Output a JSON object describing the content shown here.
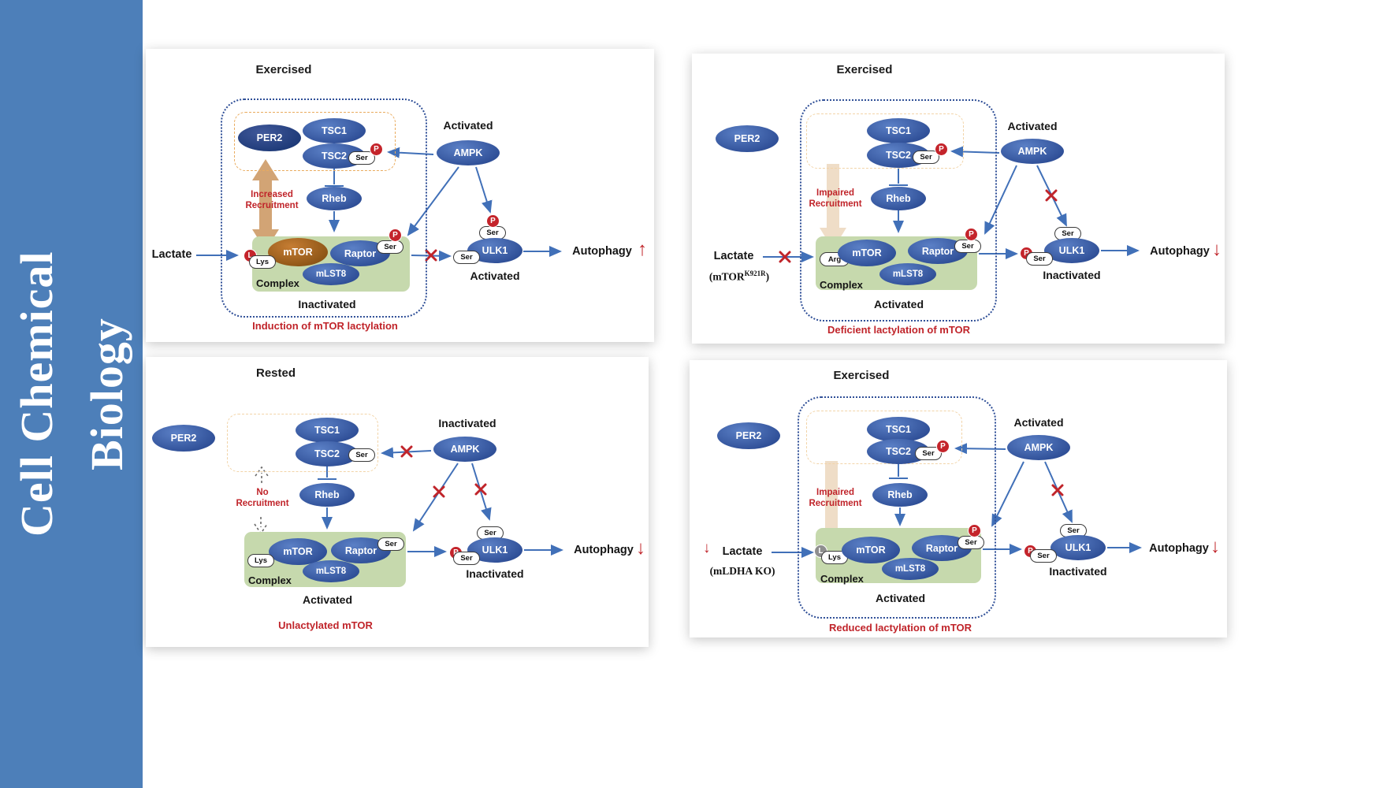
{
  "journal": {
    "line1": "Cell Chemical",
    "line2": "Biology"
  },
  "palette": {
    "sidebar_blue": "#4d7fb9",
    "node_blue": "#2f4f97",
    "mtor_brown": "#a96a2d",
    "complex_green": "#c6d9ad",
    "arrow_blue": "#4170b8",
    "accent_red": "#c0242a",
    "recruit_tan": "#d2a475"
  },
  "panels": [
    {
      "condition": "Exercised",
      "caption": "Induction of mTOR lactylation",
      "per2": "PER2",
      "tsc1": "TSC1",
      "tsc2": "TSC2",
      "tsc2_ser": "Ser",
      "tsc2_p": "P",
      "recruitment_line1": "Increased",
      "recruitment_line2": "Recruitment",
      "rheb": "Rheb",
      "lactate": "Lactate",
      "l_badge": "L",
      "lys": "Lys",
      "mtor": "mTOR",
      "raptor": "Raptor",
      "raptor_ser": "Ser",
      "raptor_p": "P",
      "mlst8": "mLST8",
      "complex": "Complex",
      "complex_state": "Inactivated",
      "ampk": "AMPK",
      "ampk_state": "Activated",
      "ulk1": "ULK1",
      "ulk1_ser_top": "Ser",
      "ulk1_p": "P",
      "ulk1_ser_left": "Ser",
      "ulk1_state": "Activated",
      "autophagy": "Autophagy",
      "autophagy_arrow": "↑"
    },
    {
      "condition": "Exercised",
      "caption": "Deficient lactylation of mTOR",
      "per2": "PER2",
      "tsc1": "TSC1",
      "tsc2": "TSC2",
      "tsc2_ser": "Ser",
      "tsc2_p": "P",
      "recruitment_line1": "Impaired",
      "recruitment_line2": "Recruitment",
      "rheb": "Rheb",
      "lactate": "Lactate",
      "lactate_sub_pre": "(mTOR",
      "lactate_sub_sup": "K921R",
      "lactate_sub_post": ")",
      "arg": "Arg",
      "mtor": "mTOR",
      "raptor": "Raptor",
      "raptor_ser": "Ser",
      "raptor_p": "P",
      "mlst8": "mLST8",
      "complex": "Complex",
      "complex_state": "Activated",
      "ampk": "AMPK",
      "ampk_state": "Activated",
      "ulk1": "ULK1",
      "ulk1_ser_top": "Ser",
      "ulk1_p": "P",
      "ulk1_ser_left": "Ser",
      "ulk1_state": "Inactivated",
      "autophagy": "Autophagy",
      "autophagy_arrow": "↓"
    },
    {
      "condition": "Rested",
      "caption": "Unlactylated mTOR",
      "per2": "PER2",
      "tsc1": "TSC1",
      "tsc2": "TSC2",
      "tsc2_ser": "Ser",
      "recruitment_line1": "No",
      "recruitment_line2": "Recruitment",
      "rheb": "Rheb",
      "lys": "Lys",
      "mtor": "mTOR",
      "raptor": "Raptor",
      "raptor_ser": "Ser",
      "mlst8": "mLST8",
      "complex": "Complex",
      "complex_state": "Activated",
      "ampk": "AMPK",
      "ampk_state": "Inactivated",
      "ulk1": "ULK1",
      "ulk1_ser_top": "Ser",
      "ulk1_p": "P",
      "ulk1_ser_left": "Ser",
      "ulk1_state": "Inactivated",
      "autophagy": "Autophagy",
      "autophagy_arrow": "↓"
    },
    {
      "condition": "Exercised",
      "caption": "Reduced lactylation of mTOR",
      "per2": "PER2",
      "tsc1": "TSC1",
      "tsc2": "TSC2",
      "tsc2_ser": "Ser",
      "tsc2_p": "P",
      "recruitment_line1": "Impaired",
      "recruitment_line2": "Recruitment",
      "rheb": "Rheb",
      "lactate": "Lactate",
      "lactate_arrow": "↓",
      "lactate_sub": "(mLDHA KO)",
      "l_badge": "L",
      "lys": "Lys",
      "mtor": "mTOR",
      "raptor": "Raptor",
      "raptor_ser": "Ser",
      "raptor_p": "P",
      "mlst8": "mLST8",
      "complex": "Complex",
      "complex_state": "Activated",
      "ampk": "AMPK",
      "ampk_state": "Activated",
      "ulk1": "ULK1",
      "ulk1_ser_top": "Ser",
      "ulk1_p": "P",
      "ulk1_ser_left": "Ser",
      "ulk1_state": "Inactivated",
      "autophagy": "Autophagy",
      "autophagy_arrow": "↓"
    }
  ]
}
